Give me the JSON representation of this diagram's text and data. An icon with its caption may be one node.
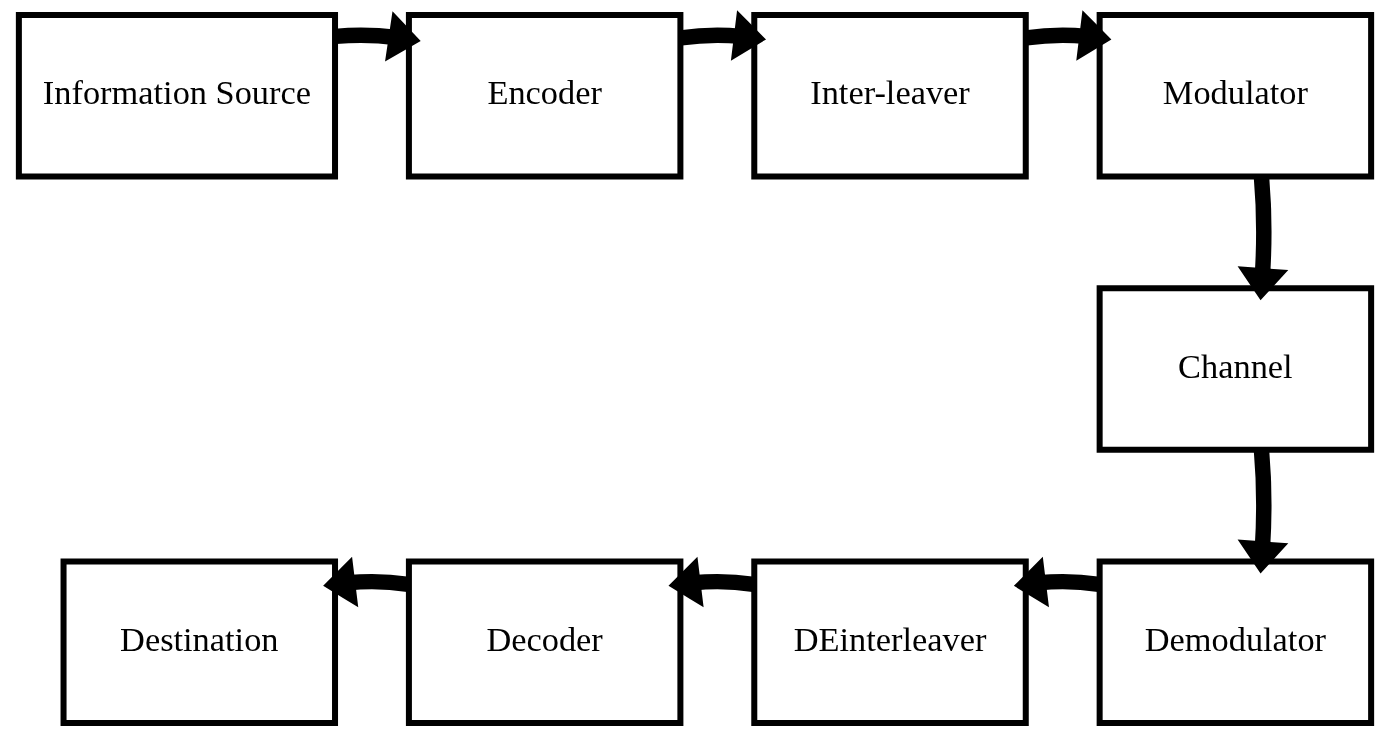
{
  "diagram": {
    "nodes": [
      {
        "text": [
          "Information Source"
        ]
      },
      {
        "text": [
          "Encoder"
        ]
      },
      {
        "text": [
          "Inter-leaver"
        ]
      },
      {
        "text": [
          "Modulator"
        ]
      },
      {
        "text": [
          "Channel"
        ]
      },
      {
        "text": [
          "Demodulator"
        ]
      },
      {
        "text": [
          "DEinterleaver"
        ]
      },
      {
        "text": [
          "Decoder"
        ]
      },
      {
        "text": [
          "Destination"
        ]
      }
    ],
    "edges": [
      {
        "from": 0,
        "to": 1,
        "arrow": "to"
      },
      {
        "from": 1,
        "to": 2,
        "arrow": "to"
      },
      {
        "from": 2,
        "to": 3,
        "arrow": "to"
      },
      {
        "from": 3,
        "to": 4,
        "arrow": "to"
      },
      {
        "from": 4,
        "to": 5,
        "arrow": "to"
      },
      {
        "from": 5,
        "to": 6,
        "arrow": "to"
      },
      {
        "from": 6,
        "to": 7,
        "arrow": "to"
      },
      {
        "from": 7,
        "to": 8,
        "arrow": "to"
      }
    ]
  }
}
